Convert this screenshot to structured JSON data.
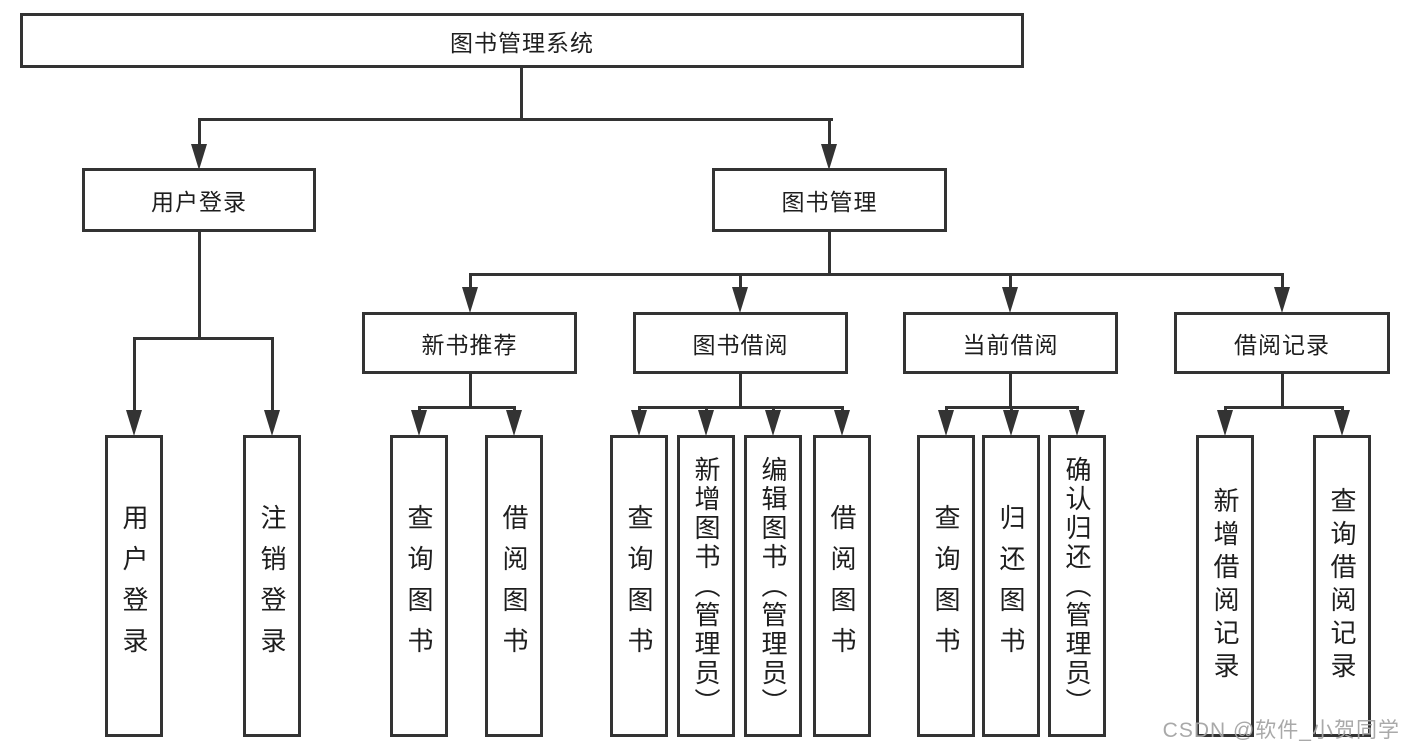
{
  "title": "图书管理系统",
  "watermark": "CSDN @软件_小贺同学",
  "colors": {
    "line": "#333333",
    "text": "#1e1e1e",
    "watermark": "#a4a4a4",
    "background": "#ffffff"
  },
  "nodes": {
    "root": {
      "label": "图书管理系统"
    },
    "user_login": {
      "label": "用户登录"
    },
    "book_mgmt": {
      "label": "图书管理"
    },
    "new_books": {
      "label": "新书推荐"
    },
    "book_borrow": {
      "label": "图书借阅"
    },
    "current_borrow": {
      "label": "当前借阅"
    },
    "borrow_records": {
      "label": "借阅记录"
    },
    "leaf_user_login": {
      "label": "用户登录"
    },
    "leaf_logout": {
      "label": "注销登录"
    },
    "leaf_nb_query": {
      "label": "查询图书"
    },
    "leaf_nb_borrow": {
      "label": "借阅图书"
    },
    "leaf_bb_query": {
      "label": "查询图书"
    },
    "leaf_bb_add": {
      "label": "新增图书（管理员）"
    },
    "leaf_bb_edit": {
      "label": "编辑图书（管理员）"
    },
    "leaf_bb_borrow": {
      "label": "借阅图书"
    },
    "leaf_cb_query": {
      "label": "查询图书"
    },
    "leaf_cb_return": {
      "label": "归还图书"
    },
    "leaf_cb_confirm": {
      "label": "确认归还（管理员）"
    },
    "leaf_br_add": {
      "label": "新增借阅记录"
    },
    "leaf_br_query": {
      "label": "查询借阅记录"
    }
  }
}
